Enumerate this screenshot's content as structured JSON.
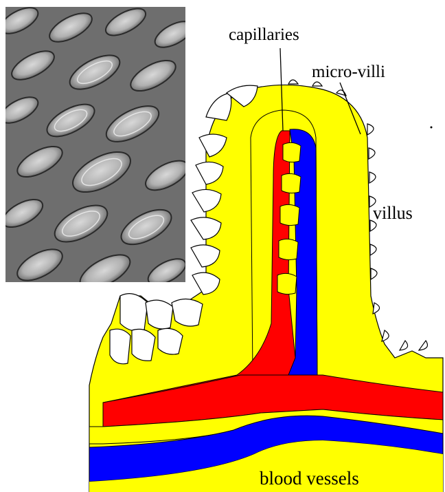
{
  "labels": {
    "capillaries": "capillaries",
    "micro_villi": "micro-villi",
    "villus": "villus",
    "blood_vessels": "blood vessels"
  },
  "colors": {
    "tissue": "#ffff00",
    "artery": "#ff0000",
    "vein": "#0000ff",
    "outline": "#000000",
    "background": "#ffffff"
  }
}
